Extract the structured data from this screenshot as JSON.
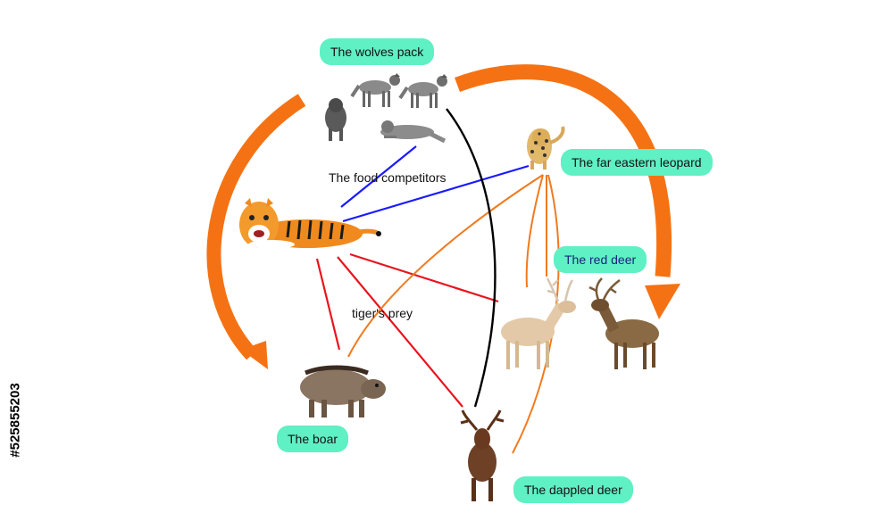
{
  "labels": {
    "wolves": "The wolves pack",
    "leopard": "The far eastern leopard",
    "red_deer": "The red deer",
    "boar": "The boar",
    "dappled_deer": "The dappled deer",
    "competitors": "The food competitors",
    "prey": "tiger's prey"
  },
  "stock_id": "#525855203",
  "colors": {
    "label_bg": "#5ff0c4",
    "competitor_line": "#1a1aff",
    "tiger_prey_line": "#e8141e",
    "leopard_prey_line": "#f07a1e",
    "wolf_prey_line": "#000000",
    "wolf_arrow": "#f57214",
    "red_deer_text": "#1a237e"
  },
  "icons": [
    "tiger-icon",
    "wolf-icon",
    "leopard-icon",
    "boar-icon",
    "red-deer-icon",
    "sika-deer-icon",
    "dappled-deer-icon"
  ]
}
